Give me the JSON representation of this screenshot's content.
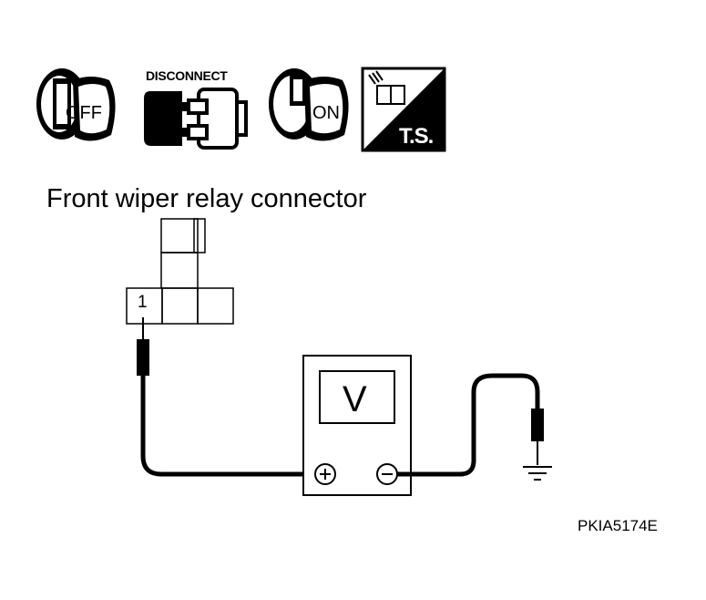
{
  "icons": {
    "key_off": {
      "label": "OFF"
    },
    "disconnect": {
      "label": "DISCONNECT"
    },
    "key_on": {
      "label": "ON"
    },
    "test_stand": {
      "label": "T.S."
    }
  },
  "diagram": {
    "title": "Front wiper relay connector",
    "pin_label": "1",
    "meter_symbol": "V",
    "code": "PKIA5174E"
  }
}
